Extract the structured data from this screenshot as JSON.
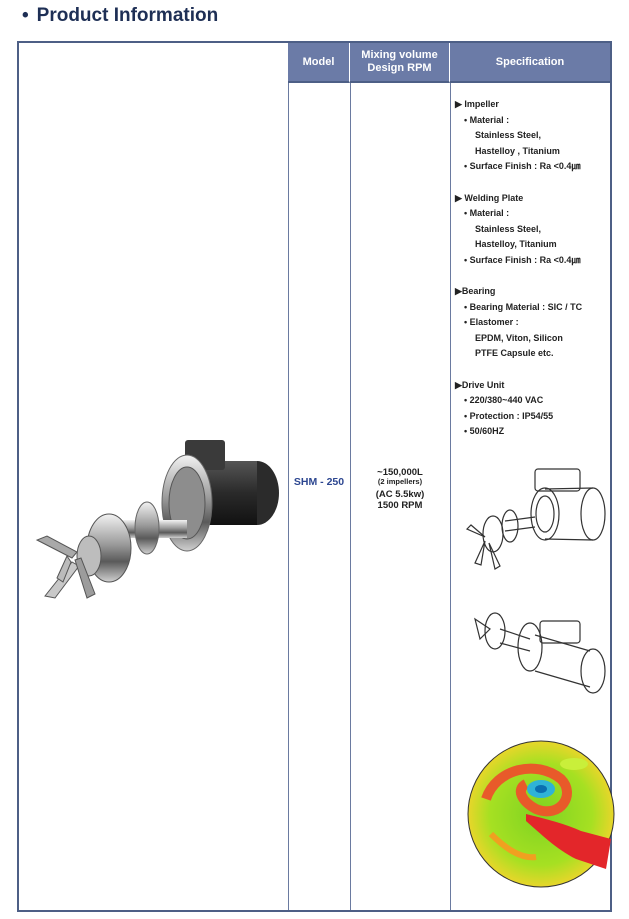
{
  "heading": {
    "bullet": "•",
    "title": "Product Information"
  },
  "table": {
    "headers": {
      "model": "Model",
      "mixing_line1": "Mixing volume",
      "mixing_line2": "Design RPM",
      "specification": "Specification"
    },
    "row": {
      "model": "SHM - 250",
      "volume": "~150,000L",
      "impellers": "(2 impellers)",
      "power": "(AC 5.5kw)",
      "rpm": "1500 RPM"
    }
  },
  "spec": {
    "impeller": {
      "title": "▶ Impeller",
      "material_label": "• Material :",
      "material_line1": "Stainless Steel,",
      "material_line2": "Hastelloy , Titanium",
      "finish": "• Surface Finish : Ra <0.4㎛"
    },
    "welding": {
      "title": "▶ Welding Plate",
      "material_label": "• Material :",
      "material_line1": "Stainless Steel,",
      "material_line2": "Hastelloy, Titanium",
      "finish": "• Surface Finish : Ra <0.4㎛"
    },
    "bearing": {
      "title": "▶Bearing",
      "material": "• Bearing Material : SIC / TC",
      "elastomer_label": "• Elastomer :",
      "elastomer_line1": "EPDM, Viton, Silicon",
      "elastomer_line2": "PTFE Capsule etc."
    },
    "drive": {
      "title": "▶Drive Unit",
      "voltage": "• 220/380~440 VAC",
      "protection": "• Protection : IP54/55",
      "frequency": "• 50/60HZ"
    }
  }
}
